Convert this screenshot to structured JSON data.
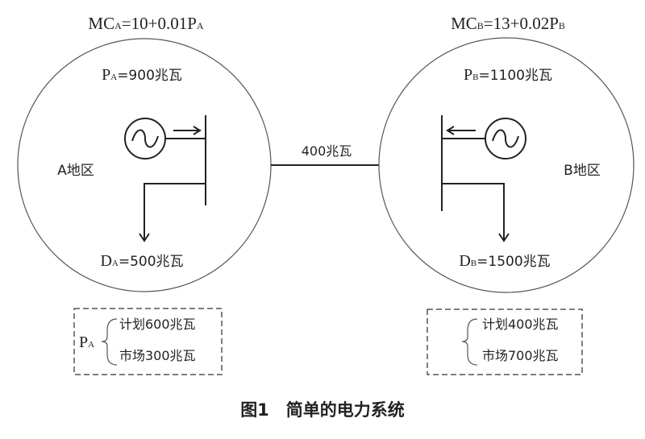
{
  "regionA": {
    "mc": {
      "main": "MC",
      "sub": "A",
      "rest": "=10+0.01P",
      "sub2": "A"
    },
    "p": {
      "main": "P",
      "sub": "A",
      "rest": "=900兆瓦"
    },
    "name": "A地区",
    "d": {
      "main": "D",
      "sub": "A",
      "rest": "=500兆瓦"
    },
    "split": {
      "main": "P",
      "sub": "A",
      "plan": "计划600兆瓦",
      "market": "市场300兆瓦"
    }
  },
  "regionB": {
    "mc": {
      "main": "MC",
      "sub": "B",
      "rest": "=13+0.02P",
      "sub2": "B"
    },
    "p": {
      "main": "P",
      "sub": "B",
      "rest": "=1100兆瓦"
    },
    "name": "B地区",
    "d": {
      "main": "D",
      "sub": "B",
      "rest": "=1500兆瓦"
    },
    "split": {
      "plan": "计划400兆瓦",
      "market": "市场700兆瓦"
    }
  },
  "tie_line": "400兆瓦",
  "caption": "图1　简单的电力系统"
}
